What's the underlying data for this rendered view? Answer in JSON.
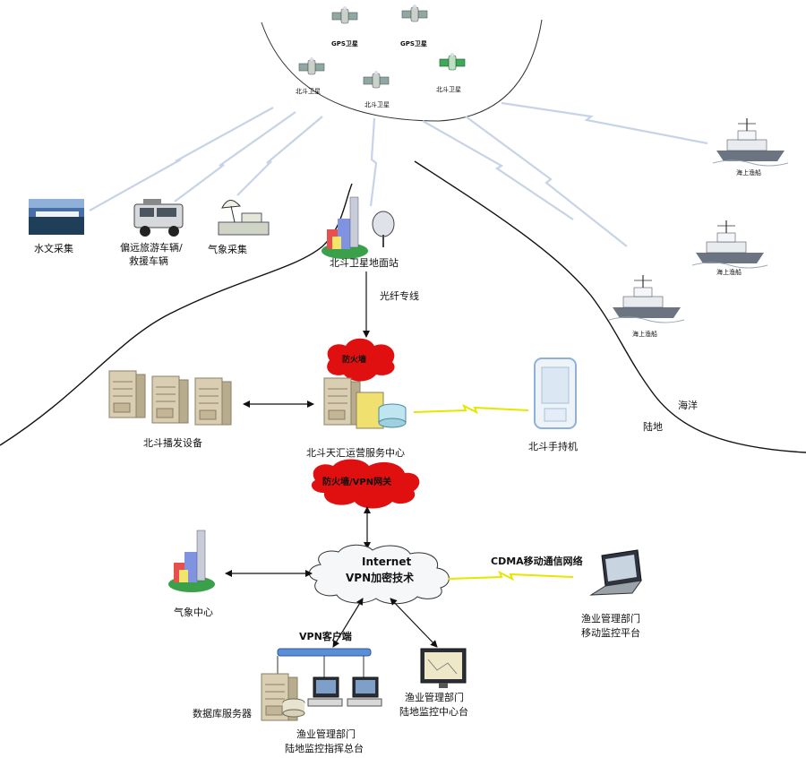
{
  "satellites": {
    "gps_1": "GPS卫星",
    "gps_2": "GPS卫星",
    "beidou_1": "北斗卫星",
    "beidou_2": "北斗卫星",
    "beidou_3": "北斗卫星"
  },
  "field": {
    "hydrology": "水文采集",
    "vehicle_line1": "偏远旅游车辆/",
    "vehicle_line2": "救援车辆",
    "weather_collect": "气象采集"
  },
  "ground_station": "北斗卫星地面站",
  "fiber_line": "光纤专线",
  "boats": {
    "boat_1": "海上渔船",
    "boat_2": "海上渔船",
    "boat_3": "海上渔船"
  },
  "regions": {
    "ocean": "海洋",
    "land": "陆地"
  },
  "firewall_top": "防火墙",
  "broadcast": "北斗播发设备",
  "service_center": "北斗天汇运营服务中心",
  "handheld": "北斗手持机",
  "firewall_vpn": "防火墙/VPN网关",
  "internet": {
    "line1": "Internet",
    "line2": "VPN加密技术"
  },
  "cdma": "CDMA移动通信网络",
  "mobile_platform": {
    "line1": "渔业管理部门",
    "line2": "移动监控平台"
  },
  "weather_center": "气象中心",
  "vpn_client": "VPN客户端",
  "db_server": "数据库服务器",
  "land_center": {
    "line1": "渔业管理部门",
    "line2": "陆地监控中心台"
  },
  "command": {
    "line1": "渔业管理部门",
    "line2": "陆地监控指挥总台"
  },
  "colors": {
    "firewall": "#e01010",
    "link": "#c7d3e6",
    "wireless": "#e6e600",
    "server": "#d8cdb0"
  }
}
